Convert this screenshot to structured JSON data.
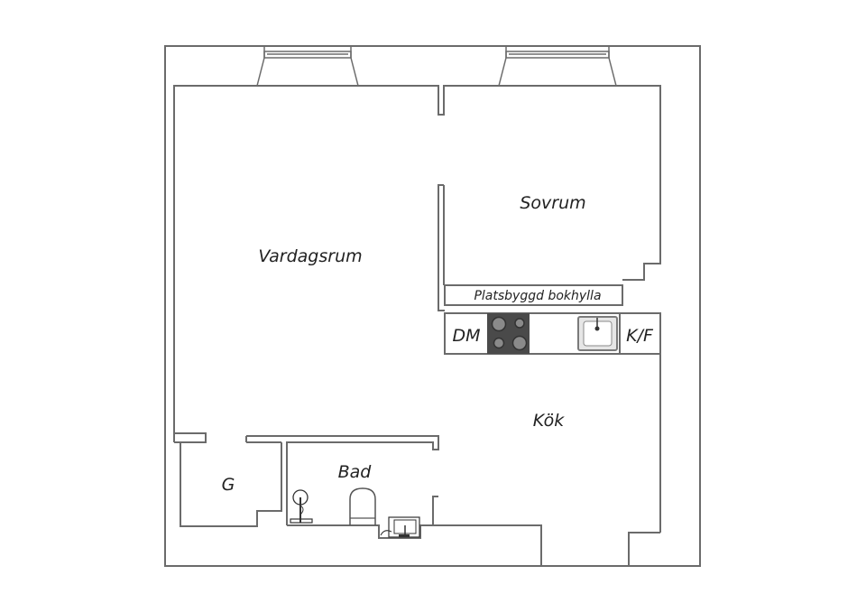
{
  "diagram": {
    "type": "floor-plan",
    "rooms": [
      {
        "id": "vardagsrum",
        "label": "Vardagsrum"
      },
      {
        "id": "sovrum",
        "label": "Sovrum"
      },
      {
        "id": "kok",
        "label": "Kök"
      },
      {
        "id": "bad",
        "label": "Bad"
      },
      {
        "id": "g",
        "label": "G"
      }
    ],
    "fixtures": {
      "bookshelf": "Platsbyggd bokhylla",
      "dishwasher": "DM",
      "fridge_freezer": "K/F"
    },
    "icons": [
      "stove-icon",
      "kitchen-sink-icon",
      "shower-icon",
      "toilet-icon",
      "washbasin-icon",
      "window-icon"
    ],
    "colors": {
      "wall": "#6b6b6b",
      "stove": "#4a4a4a",
      "burner": "#8a8a8a",
      "text": "#222222"
    }
  }
}
